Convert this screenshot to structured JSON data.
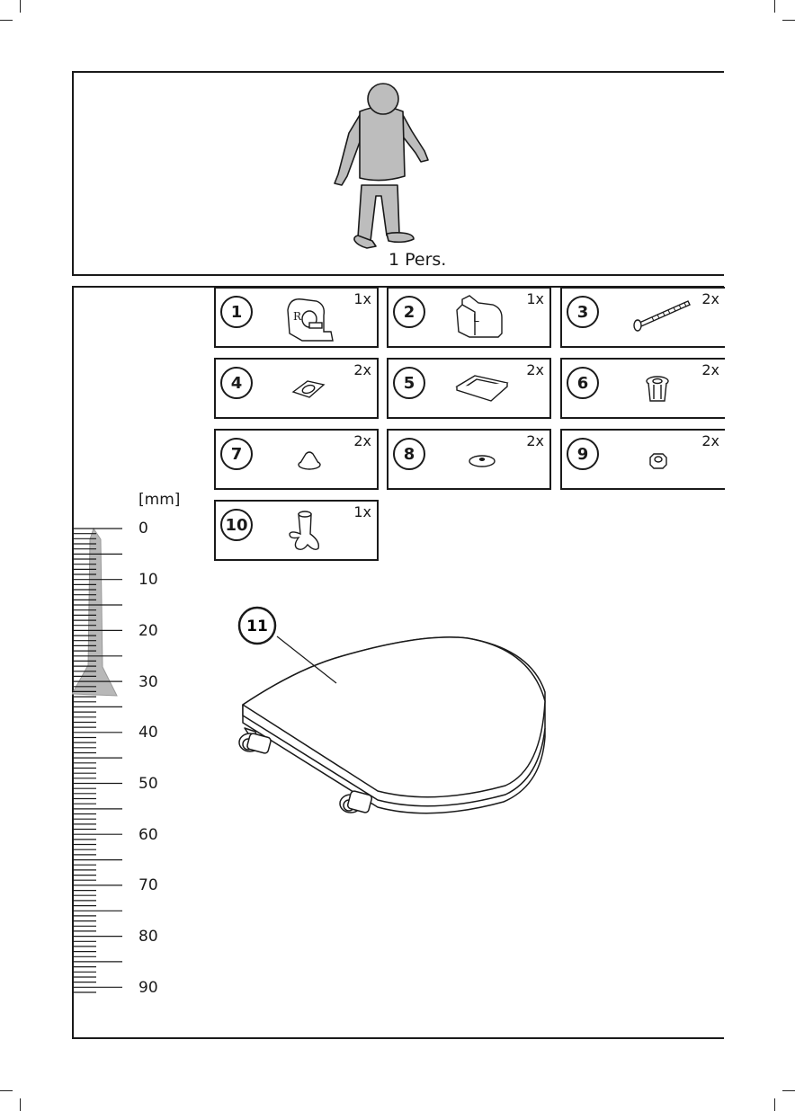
{
  "persons": {
    "label": "1 Pers."
  },
  "parts": [
    {
      "number": "1",
      "quantity": "1x",
      "icon": "hinge-right-icon",
      "mark": "R"
    },
    {
      "number": "2",
      "quantity": "1x",
      "icon": "hinge-left-icon",
      "mark": "L"
    },
    {
      "number": "3",
      "quantity": "2x",
      "icon": "bolt-icon"
    },
    {
      "number": "4",
      "quantity": "2x",
      "icon": "small-gasket-icon"
    },
    {
      "number": "5",
      "quantity": "2x",
      "icon": "large-gasket-icon"
    },
    {
      "number": "6",
      "quantity": "2x",
      "icon": "insert-nut-icon"
    },
    {
      "number": "7",
      "quantity": "2x",
      "icon": "cone-washer-icon"
    },
    {
      "number": "8",
      "quantity": "2x",
      "icon": "washer-icon"
    },
    {
      "number": "9",
      "quantity": "2x",
      "icon": "hex-nut-icon"
    },
    {
      "number": "10",
      "quantity": "1x",
      "icon": "wrench-key-icon"
    }
  ],
  "seat": {
    "number": "11",
    "icon": "toilet-seat-icon"
  },
  "ruler": {
    "unit": "[mm]",
    "labels": [
      "0",
      "10",
      "20",
      "30",
      "40",
      "50",
      "60",
      "70",
      "80",
      "90"
    ],
    "icon": "screw-silhouette-icon"
  }
}
